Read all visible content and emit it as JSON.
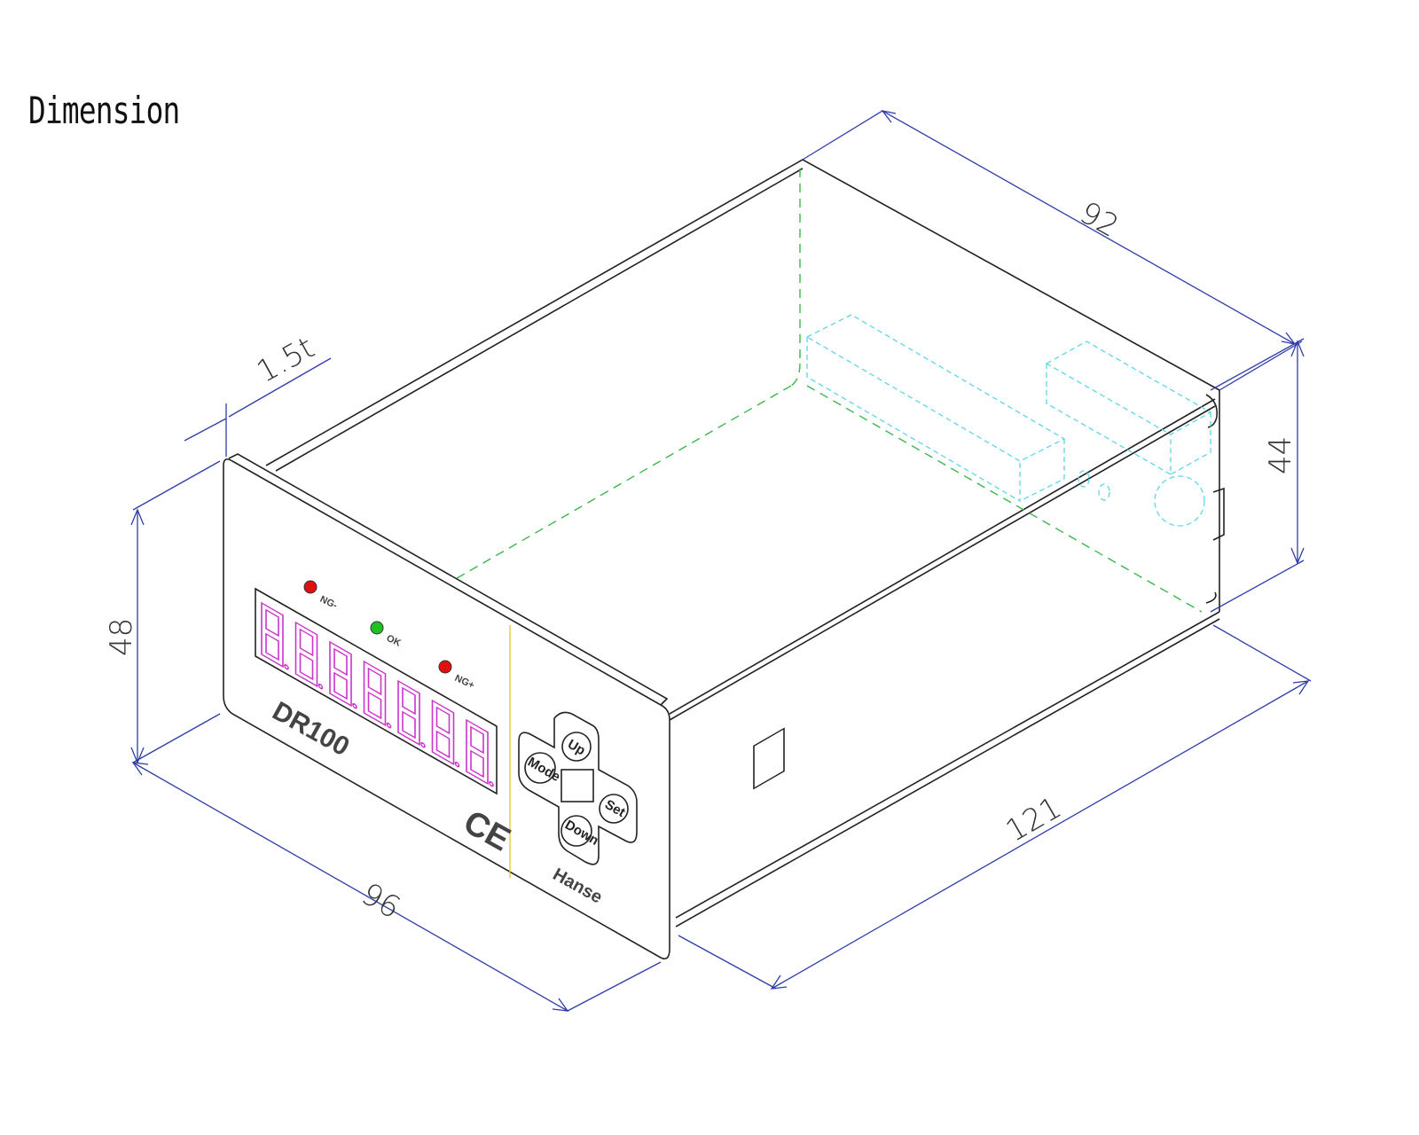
{
  "title": "Dimension",
  "dimensions": {
    "thickness": "1.5t",
    "depth_top": "92",
    "front_height": "48",
    "back_height": "44",
    "front_width": "96",
    "length": "121"
  },
  "panel": {
    "model": "DR100",
    "mark": "CE",
    "brand": "Hanse",
    "display_digits": 7,
    "indicators": [
      {
        "label": "NG-",
        "color": "#e01010"
      },
      {
        "label": "OK",
        "color": "#20c020"
      },
      {
        "label": "NG+",
        "color": "#e01010"
      }
    ],
    "buttons": {
      "up": "Up",
      "mode": "Mode",
      "set": "Set",
      "down": "Down"
    }
  },
  "colors": {
    "dimension": "#2e3da8",
    "hidden_edges": "#3bb84a",
    "hidden_terminals": "#5fd6e8",
    "display_segments": "#cc33cc"
  }
}
